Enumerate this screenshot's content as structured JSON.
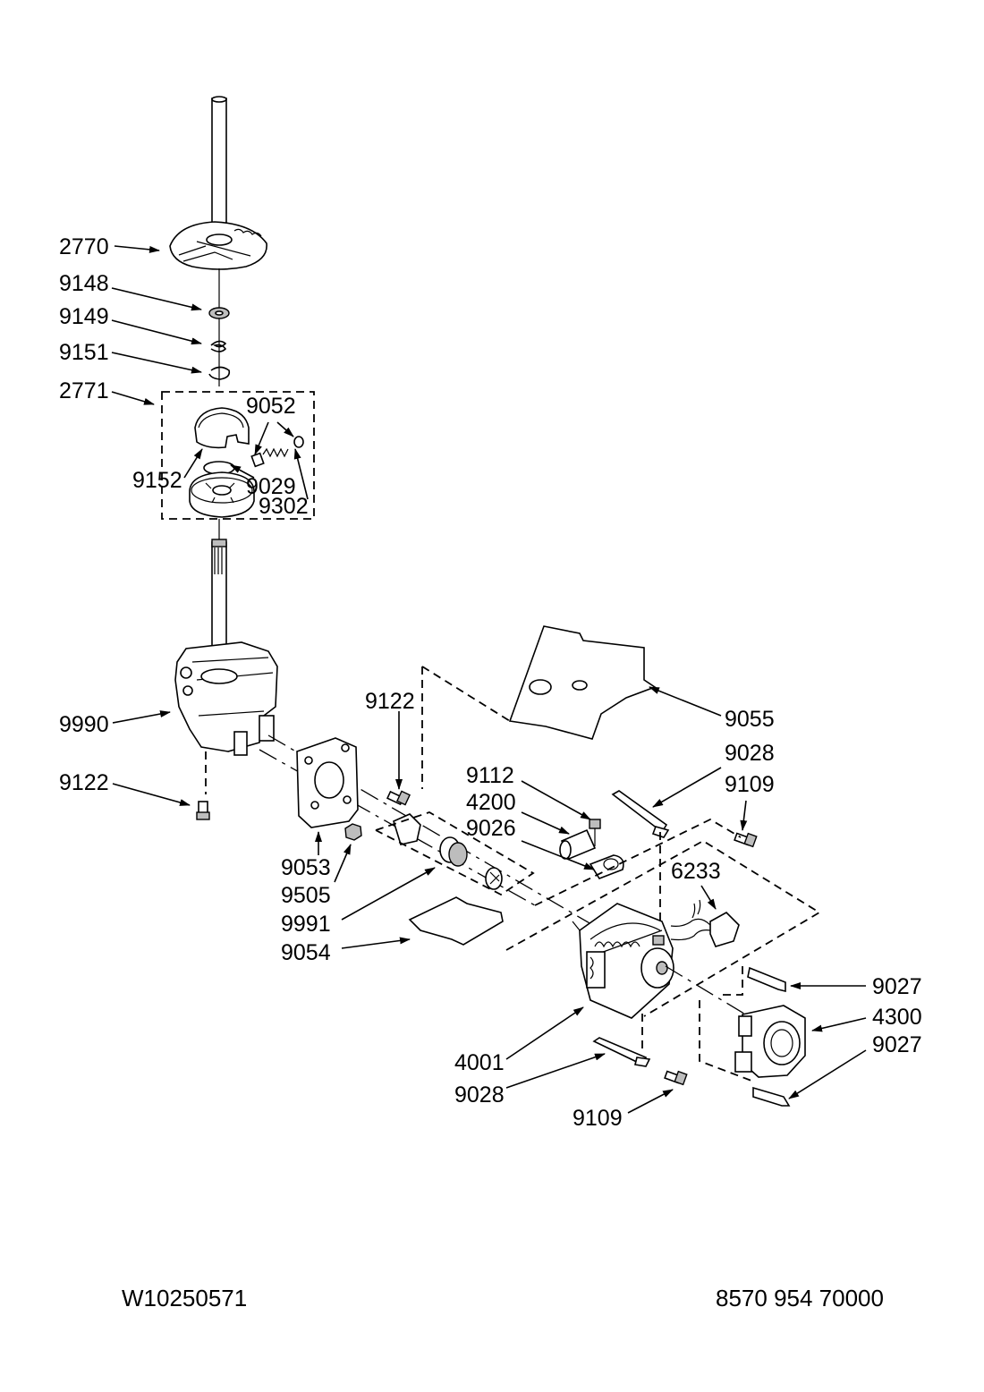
{
  "callouts": {
    "c2770": "2770",
    "c9148": "9148",
    "c9149": "9149",
    "c9151": "9151",
    "c2771": "2771",
    "c9052": "9052",
    "c9152": "9152",
    "c9029": "9029",
    "c9302": "9302",
    "c9990": "9990",
    "c9122a": "9122",
    "c9122b": "9122",
    "c9055": "9055",
    "c9028a": "9028",
    "c9109a": "9109",
    "c9112": "9112",
    "c4200": "4200",
    "c9026": "9026",
    "c6233": "6233",
    "c9053": "9053",
    "c9505": "9505",
    "c9991": "9991",
    "c9054": "9054",
    "c9027a": "9027",
    "c4300": "4300",
    "c9027b": "9027",
    "c4001": "4001",
    "c9028b": "9028",
    "c9109b": "9109"
  },
  "footer": {
    "left": "W10250571",
    "right": "8570 954 70000"
  },
  "icons": {
    "arrowhead": "filled-arrowhead-icon"
  }
}
